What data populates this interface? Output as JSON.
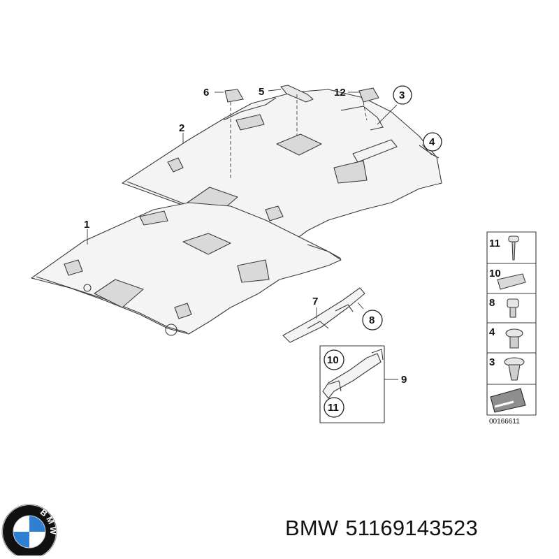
{
  "callouts": [
    {
      "id": "c1",
      "label": "1"
    },
    {
      "id": "c2",
      "label": "2"
    },
    {
      "id": "c3",
      "label": "3"
    },
    {
      "id": "c4",
      "label": "4"
    },
    {
      "id": "c5",
      "label": "5"
    },
    {
      "id": "c6",
      "label": "6"
    },
    {
      "id": "c7",
      "label": "7"
    },
    {
      "id": "c8",
      "label": "8"
    },
    {
      "id": "c9",
      "label": "9"
    },
    {
      "id": "c10",
      "label": "10"
    },
    {
      "id": "c11",
      "label": "11"
    },
    {
      "id": "c12",
      "label": "12"
    }
  ],
  "legend": {
    "items": [
      "11",
      "10",
      "8",
      "4",
      "3"
    ],
    "drawing_number": "00166611"
  },
  "footer": {
    "brand": "BMW",
    "part_number": "51169143523"
  },
  "logo": {
    "text": "BMW",
    "colors": {
      "blue": "#2f7fd3",
      "white": "#ffffff",
      "ring": "#111111"
    }
  },
  "colors": {
    "line": "#3a3a3a",
    "fill": "#f4f4f4",
    "shade": "#d9d9d9"
  }
}
